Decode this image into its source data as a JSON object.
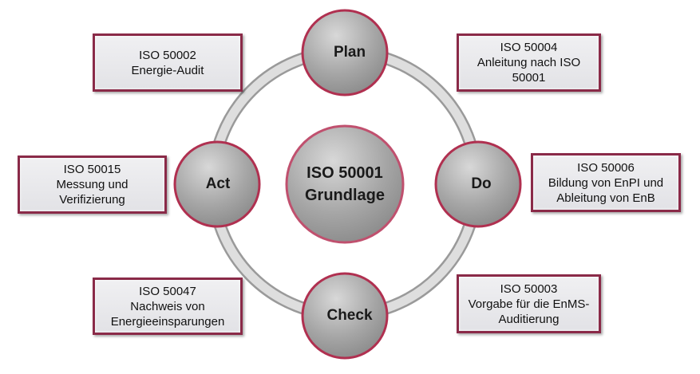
{
  "center": {
    "line1": "ISO 50001",
    "line2": "Grundlage"
  },
  "cycle": [
    {
      "id": "plan",
      "label": "Plan"
    },
    {
      "id": "do",
      "label": "Do"
    },
    {
      "id": "check",
      "label": "Check"
    },
    {
      "id": "act",
      "label": "Act"
    }
  ],
  "boxes": [
    {
      "lines": [
        "ISO 50002",
        "Energie-Audit"
      ]
    },
    {
      "lines": [
        "ISO 50004",
        "Anleitung nach ISO",
        "50001"
      ]
    },
    {
      "lines": [
        "ISO 50015",
        "Messung und",
        "Verifizierung"
      ]
    },
    {
      "lines": [
        "ISO 50006",
        "Bildung von EnPI und",
        "Ableitung von EnB"
      ]
    },
    {
      "lines": [
        "ISO 50047",
        "Nachweis von",
        "Energieeinsparungen"
      ]
    },
    {
      "lines": [
        "ISO 50003",
        "Vorgabe für die EnMS-",
        "Auditierung"
      ]
    }
  ],
  "colors": {
    "border": "#8a2a48",
    "circle": "#a8a8a8",
    "ring": "#d0d0d0"
  }
}
